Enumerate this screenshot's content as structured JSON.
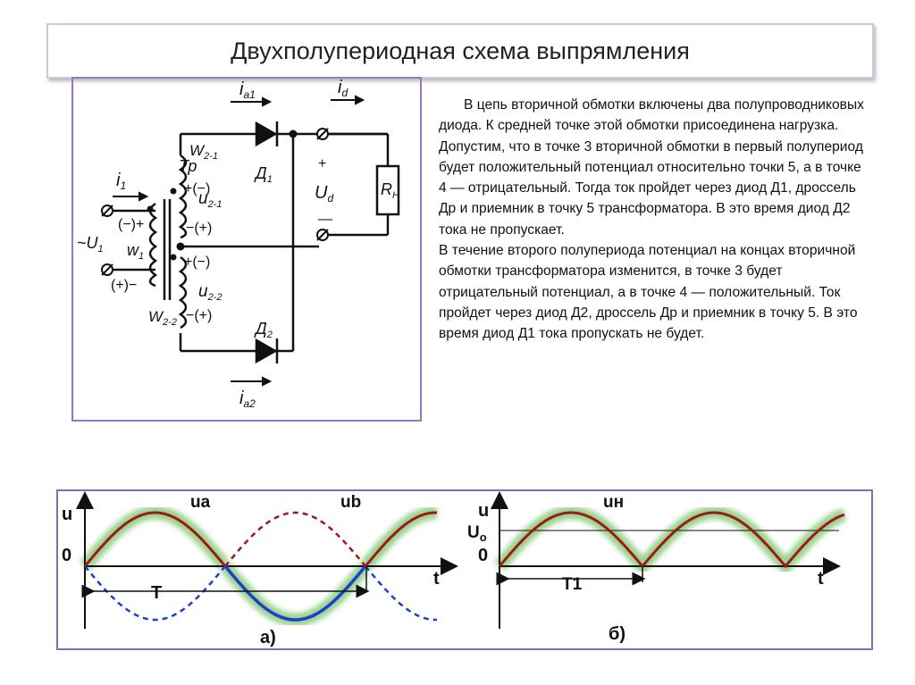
{
  "title": "Двухполупериодная схема выпрямления",
  "circuit": {
    "labels": {
      "ia1": "i",
      "ia1_sub": "a1",
      "ia2": "i",
      "ia2_sub": "a2",
      "id": "i",
      "id_sub": "d",
      "tr": "Тр",
      "w21": "W",
      "w21_sub": "2-1",
      "w22": "W",
      "w22_sub": "2-2",
      "d1": "Д",
      "d1_sub": "1",
      "d2": "Д",
      "d2_sub": "2",
      "u21": "u",
      "u21_sub": "2-1",
      "u22": "u",
      "u22_sub": "2-2",
      "ud": "U",
      "ud_sub": "d",
      "rn": "R",
      "rn_sub": "H",
      "i1": "i",
      "i1_sub": "1",
      "u1": "~U",
      "u1_sub": "1",
      "w1": "w",
      "w1_sub": "1",
      "plus": "+",
      "minus": "—",
      "pol_top": "+(−)",
      "pol_mid": "−(+)",
      "pol_low1": "+(−)",
      "pol_low2": "−(+)",
      "pri_top": "(−)+",
      "pri_bot": "(+)−"
    }
  },
  "text": {
    "p1": "В цепь вторичной обмотки включены два полупроводниковых диода. К средней точке этой обмотки присоединена нагрузка.",
    "p2": "Допустим, что в точке 3 вторичной обмотки в первый полупериод будет положительный потенциал относительно точки 5, а в точке 4 — отрицательный. Тогда ток пройдет через диод Д1, дроссель Др и приемник в точку 5 трансформатора. В это время диод Д2 тока не пропускает.",
    "p3": "В течение второго полупериода потенциал на концах вторичной обмотки трансформатора изменится, в точке 3 будет отрицательный потенциал, а в точке 4 — положительный. Ток пройдет через диод Д2, дроссель Др и приемник в точку 5. В это время диод Д1 тока пропускать не будет."
  },
  "waves": {
    "a": {
      "u": "u",
      "zero": "0",
      "t": "t",
      "ua": "ua",
      "ub": "ub",
      "period": "T",
      "caption": "а)"
    },
    "b": {
      "u": "u",
      "u0": "U",
      "u0_sub": "о",
      "zero": "0",
      "t": "t",
      "un": "uн",
      "period": "T1",
      "caption": "б)"
    }
  },
  "colors": {
    "ua": "#a01818",
    "ub": "#a01818",
    "neg": "#1c3fd0",
    "glow": "#7ac46a",
    "frame": "#8a6aa8"
  }
}
